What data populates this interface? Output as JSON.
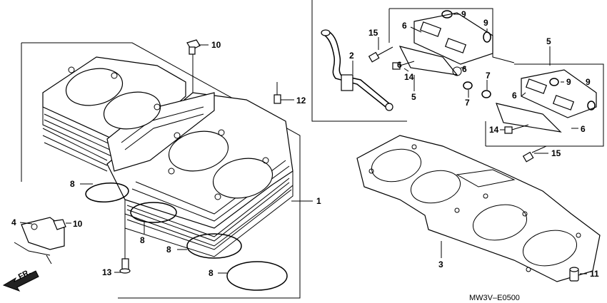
{
  "diagram": {
    "code": "MW3V–E0500",
    "direction_label": "FR.",
    "callouts": [
      {
        "id": "c-10a",
        "text": "10"
      },
      {
        "id": "c-12",
        "text": "12"
      },
      {
        "id": "c-1",
        "text": "1"
      },
      {
        "id": "c-8a",
        "text": "8"
      },
      {
        "id": "c-8b",
        "text": "8"
      },
      {
        "id": "c-8c",
        "text": "8"
      },
      {
        "id": "c-8d",
        "text": "8"
      },
      {
        "id": "c-4",
        "text": "4"
      },
      {
        "id": "c-10b",
        "text": "10"
      },
      {
        "id": "c-13",
        "text": "13"
      },
      {
        "id": "c-2",
        "text": "2"
      },
      {
        "id": "c-15a",
        "text": "15"
      },
      {
        "id": "c-6a",
        "text": "6"
      },
      {
        "id": "c-9a",
        "text": "9"
      },
      {
        "id": "c-9b",
        "text": "9"
      },
      {
        "id": "c-6b",
        "text": "6"
      },
      {
        "id": "c-6c",
        "text": "6"
      },
      {
        "id": "c-14a",
        "text": "14"
      },
      {
        "id": "c-5a",
        "text": "5"
      },
      {
        "id": "c-7a",
        "text": "7"
      },
      {
        "id": "c-7b",
        "text": "7"
      },
      {
        "id": "c-5b",
        "text": "5"
      },
      {
        "id": "c-9c",
        "text": "9"
      },
      {
        "id": "c-9d",
        "text": "9"
      },
      {
        "id": "c-6d",
        "text": "6"
      },
      {
        "id": "c-6e",
        "text": "6"
      },
      {
        "id": "c-14b",
        "text": "14"
      },
      {
        "id": "c-15b",
        "text": "15"
      },
      {
        "id": "c-3",
        "text": "3"
      },
      {
        "id": "c-11",
        "text": "11"
      }
    ]
  }
}
